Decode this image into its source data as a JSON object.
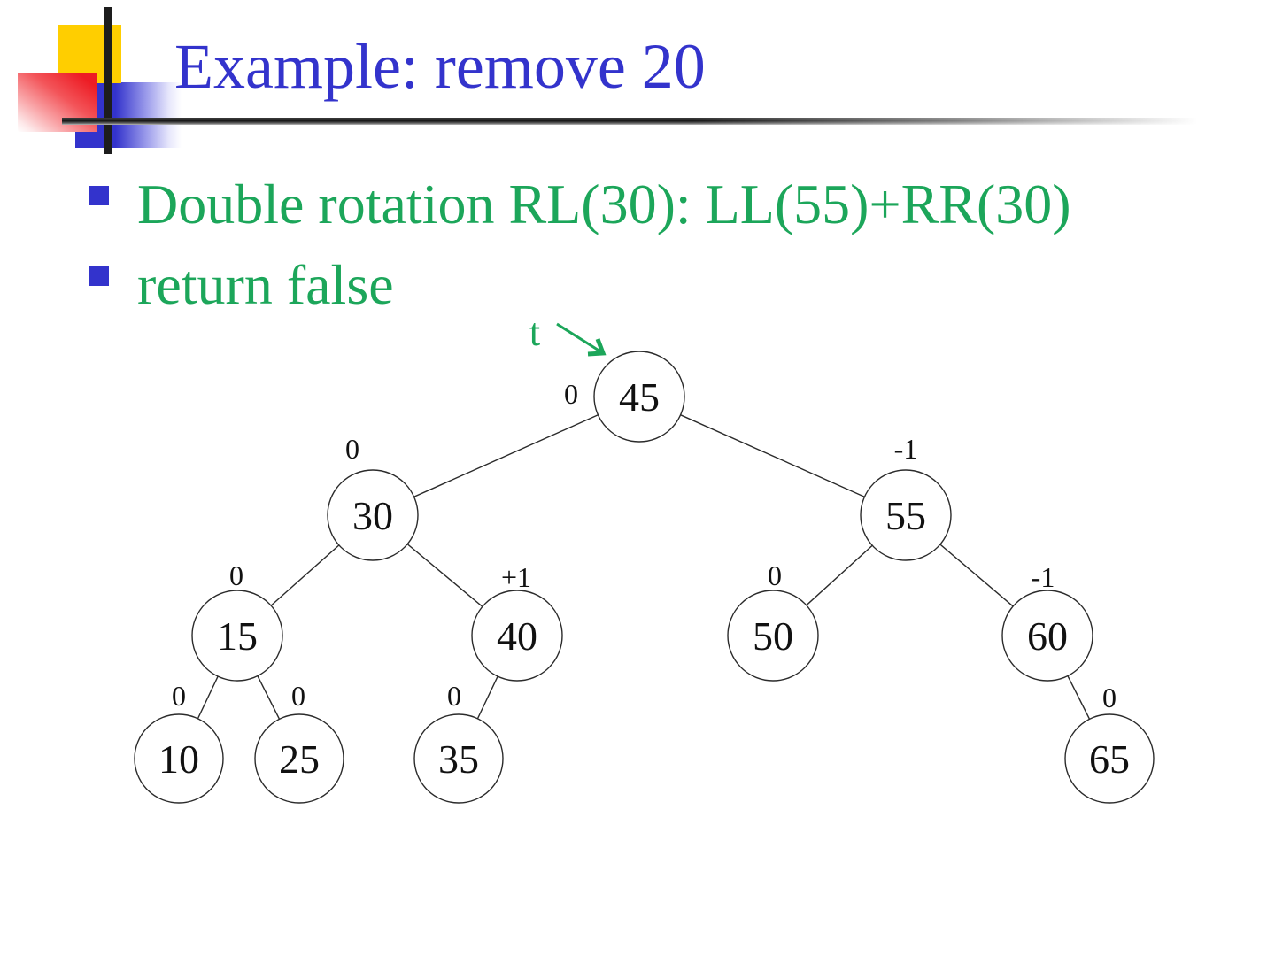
{
  "slide": {
    "title": "Example: remove 20",
    "bullets": [
      "Double rotation RL(30): LL(55)+RR(30)",
      "return false"
    ]
  },
  "colors": {
    "title_blue": "#3333cc",
    "body_green": "#1ca65a",
    "bullet_square_blue": "#3333cc",
    "deco_yellow": "#ffce00",
    "deco_red": "#ed1c24",
    "node_stroke": "#2b2b2b"
  },
  "tree": {
    "pointer_label": "t",
    "nodes": {
      "n45": {
        "value": "45",
        "balance": "0"
      },
      "n30": {
        "value": "30",
        "balance": "0"
      },
      "n55": {
        "value": "55",
        "balance": "-1"
      },
      "n15": {
        "value": "15",
        "balance": "0"
      },
      "n40": {
        "value": "40",
        "balance": "+1"
      },
      "n50": {
        "value": "50",
        "balance": "0"
      },
      "n60": {
        "value": "60",
        "balance": "-1"
      },
      "n10": {
        "value": "10",
        "balance": "0"
      },
      "n25": {
        "value": "25",
        "balance": "0"
      },
      "n35": {
        "value": "35",
        "balance": "0"
      },
      "n65": {
        "value": "65",
        "balance": "0"
      }
    },
    "edges": [
      [
        "45",
        "30"
      ],
      [
        "45",
        "55"
      ],
      [
        "30",
        "15"
      ],
      [
        "30",
        "40"
      ],
      [
        "55",
        "50"
      ],
      [
        "55",
        "60"
      ],
      [
        "15",
        "10"
      ],
      [
        "15",
        "25"
      ],
      [
        "40",
        "35"
      ],
      [
        "60",
        "65"
      ]
    ]
  }
}
